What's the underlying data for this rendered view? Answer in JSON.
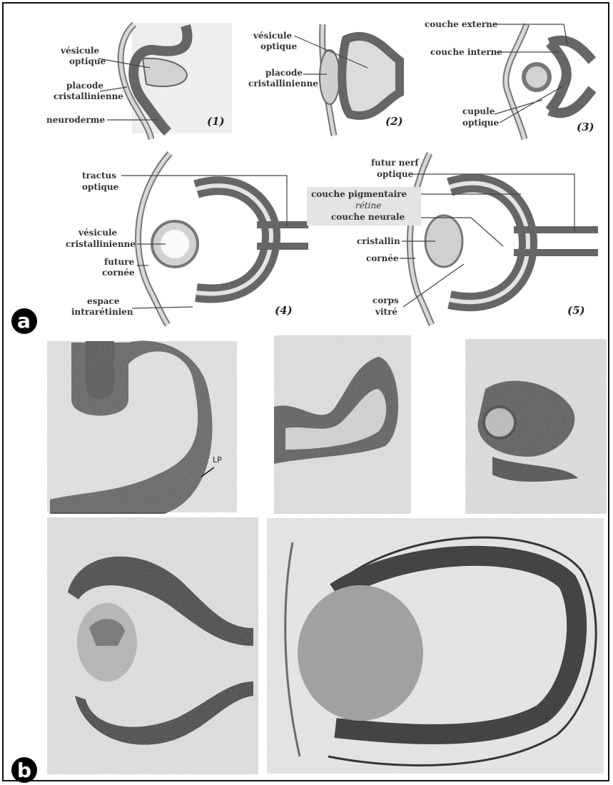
{
  "panels": {
    "a": {
      "badge": "a",
      "stages": [
        {
          "num": "(1)",
          "labels": [
            "vésicule",
            "optique",
            "placode",
            "cristallinienne",
            "neuroderme"
          ]
        },
        {
          "num": "(2)",
          "labels": [
            "vésicule",
            "optique",
            "placode",
            "cristallinienne"
          ]
        },
        {
          "num": "(3)",
          "labels": [
            "couche externe",
            "couche interne",
            "cupule",
            "optique"
          ]
        },
        {
          "num": "(4)",
          "labels": [
            "tractus",
            "optique",
            "vésicule",
            "cristallinienne",
            "future",
            "cornée",
            "espace",
            "intrarétinien"
          ]
        },
        {
          "num": "(5)",
          "labels": [
            "futur nerf",
            "optique",
            "couche pigmentaire",
            "rétine",
            "couche neurale",
            "cristallin",
            "cornée",
            "corps",
            "vitré"
          ]
        }
      ]
    },
    "b": {
      "badge": "b",
      "micro_label": "LP"
    }
  },
  "colors": {
    "wall": "#6f6f6f",
    "light": "#d6d6d6",
    "paper": "#f2f2f2",
    "ink": "#222222"
  }
}
